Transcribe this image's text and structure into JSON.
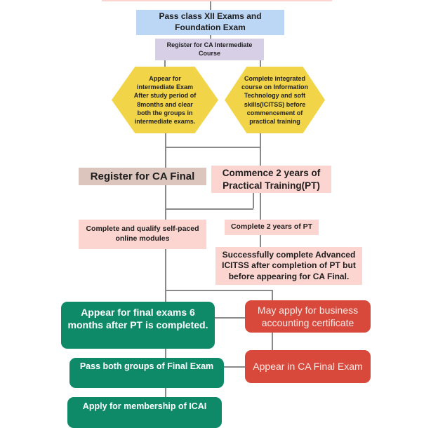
{
  "flowchart": {
    "pass_xii": "Pass class XII Exams and Foundation Exam",
    "register_intermediate": "Register for CA Intermediate Course",
    "appear_intermediate": "Appear for intermediate Exam After study period of 8months and clear both the groups in intermediate exams.",
    "complete_icitss": "Complete integrated course on Information Technology and soft skills(ICITSS) before commencement of practical training",
    "register_final": "Register for CA Final",
    "commence_pt": "Commence 2 years of Practical Training(PT)",
    "self_paced": "Complete and qualify self-paced online modules",
    "complete_pt": "Complete 2 years of PT",
    "advanced_icitss": "Successfully complete Advanced ICITSS after completion of PT but before appearing for CA Final.",
    "appear_final": "Appear for final exams 6 months after PT is completed.",
    "business_cert": "May apply for business accounting certificate",
    "pass_final": "Pass both groups of Final Exam",
    "appear_ca_final": "Appear in CA Final Exam",
    "membership": "Apply for membership of ICAI"
  },
  "colors": {
    "blue": "#bcd6f5",
    "purple": "#d6cfe6",
    "yellow": "#f1d448",
    "pink": "#fcd5d1",
    "tan": "#dcc5bc",
    "green": "#0e8a68",
    "red": "#d8493c"
  }
}
